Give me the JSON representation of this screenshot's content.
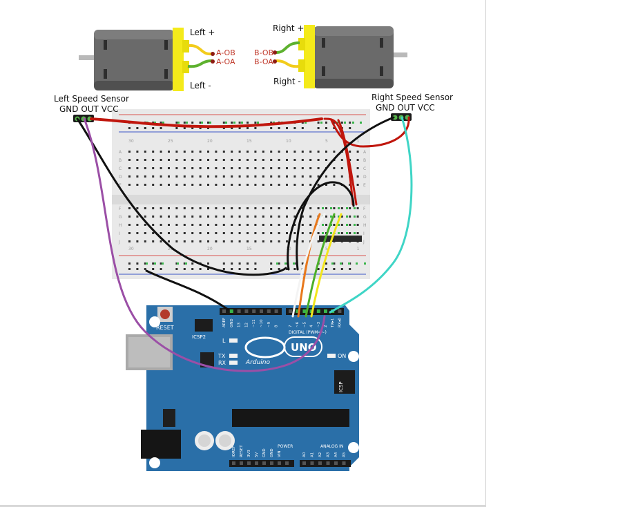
{
  "motors": {
    "left": {
      "plus": "Left +",
      "minus": "Left -",
      "pin_b": "A-OB",
      "pin_a": "A-OA"
    },
    "right": {
      "plus": "Right +",
      "minus": "Right -",
      "pin_b": "B-OB",
      "pin_a": "B-OA"
    }
  },
  "sensors": {
    "left": {
      "title": "Left Speed Sensor",
      "pins": "GND OUT VCC"
    },
    "right": {
      "title": "Right Speed Sensor",
      "pins": "GND OUT VCC"
    }
  },
  "breadboard": {
    "col_numbers": [
      "30",
      "25",
      "20",
      "15",
      "10",
      "5",
      "1"
    ],
    "row_letters_top": [
      "A",
      "B",
      "C",
      "D",
      "E"
    ],
    "row_letters_bottom": [
      "F",
      "G",
      "H",
      "I",
      "J"
    ]
  },
  "arduino": {
    "reset_label": "RESET",
    "icsp2_label": "ICSP2",
    "icsp_label": "ICSP",
    "led_l": "L",
    "led_tx": "TX",
    "led_rx": "RX",
    "on_label": "ON",
    "brand": "Arduino",
    "model": "UNO",
    "digital_label": "DIGITAL (PWM=~)",
    "power_label": "POWER",
    "analog_label": "ANALOG IN",
    "digital_pins": [
      "AREF",
      "GND",
      "13",
      "12",
      "~11",
      "~10",
      "~9",
      "8",
      "7",
      "~6",
      "~5",
      "4",
      "~3",
      "2",
      "TX▸1",
      "RX◂0"
    ],
    "power_pins": [
      "IOREF",
      "RESET",
      "3V3",
      "5V",
      "GND",
      "GND",
      "VIN"
    ],
    "analog_pins": [
      "A0",
      "A1",
      "A2",
      "A3",
      "A4",
      "A5"
    ]
  },
  "colors": {
    "board_blue": "#2a6fa8",
    "breadboard": "#e9e9e9",
    "wire_red": "#c0160d",
    "wire_black": "#111111",
    "wire_purple": "#9b4fa6",
    "wire_cyan": "#3fd5c6",
    "wire_orange": "#e8781c",
    "wire_white": "#f4f4f4",
    "wire_green": "#4caf2a",
    "wire_yellow": "#f2e51c",
    "motor_body": "#666666",
    "motor_cap": "#f4ea1a"
  }
}
